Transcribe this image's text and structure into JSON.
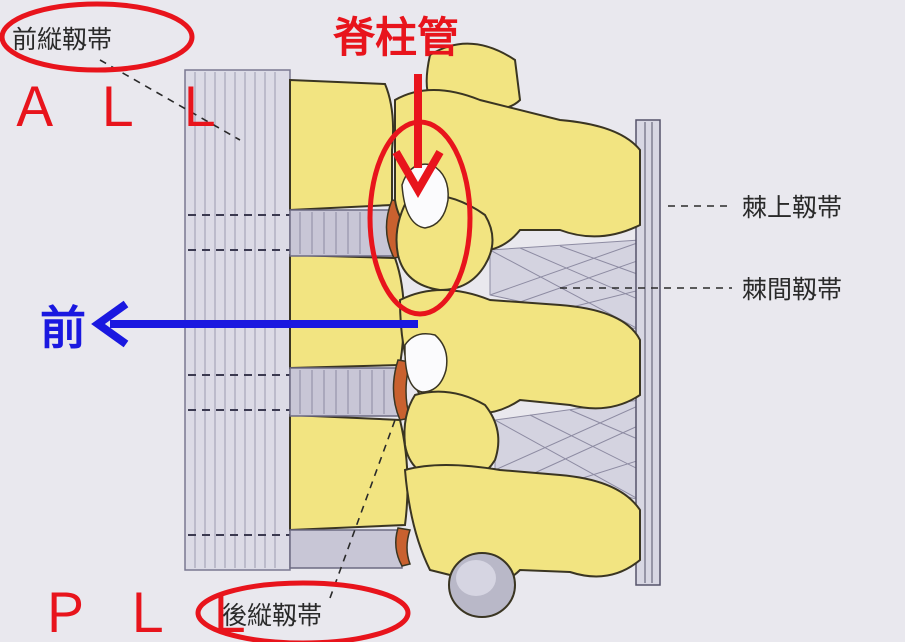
{
  "labels": {
    "all_jp": "前縦靱帯",
    "all_abbr": "ＡＬＬ",
    "canal": "脊柱管",
    "supraspinous": "棘上靱帯",
    "interspinous": "棘間靱帯",
    "anterior": "前",
    "pll_abbr": "ＰＬＬ",
    "pll_jp": "後縦靱帯"
  },
  "colors": {
    "bone": "#f2e481",
    "bone_outline": "#3a3522",
    "ligament": "#d6d5e2",
    "disc": "#c8c6d6",
    "nucleus": "#c9612f",
    "red": "#e8141c",
    "blue": "#1a18e0",
    "background": "#e9e8ee"
  }
}
